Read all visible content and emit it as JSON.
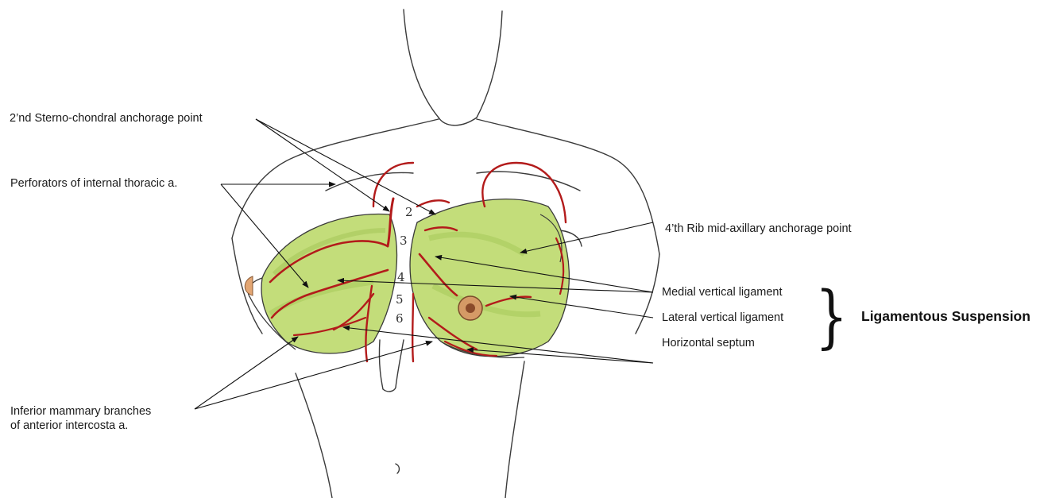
{
  "labels": {
    "sternochondral": "2’nd Sterno-chondral anchorage point",
    "perforators": "Perforators of internal thoracic a.",
    "inferior_line1": "Inferior mammary branches",
    "inferior_line2": "of anterior intercosta a.",
    "rib4_axillary": "4’th Rib mid-axillary anchorage point",
    "medial_vertical": "Medial vertical ligament",
    "lateral_vertical": "Lateral vertical ligament",
    "horizontal_septum": "Horizontal septum",
    "group_title": "Ligamentous Suspension"
  },
  "rib_numbers": [
    "2",
    "3",
    "4",
    "5",
    "6"
  ],
  "colors": {
    "outline": "#3a3a3a",
    "ligament_green": "#b9d96a",
    "vessel_red": "#b31b1b",
    "nipple": "#c98a5a",
    "arrow": "#111111"
  },
  "icons": {
    "nipple": "areola-circle",
    "brace": "curly-brace"
  }
}
